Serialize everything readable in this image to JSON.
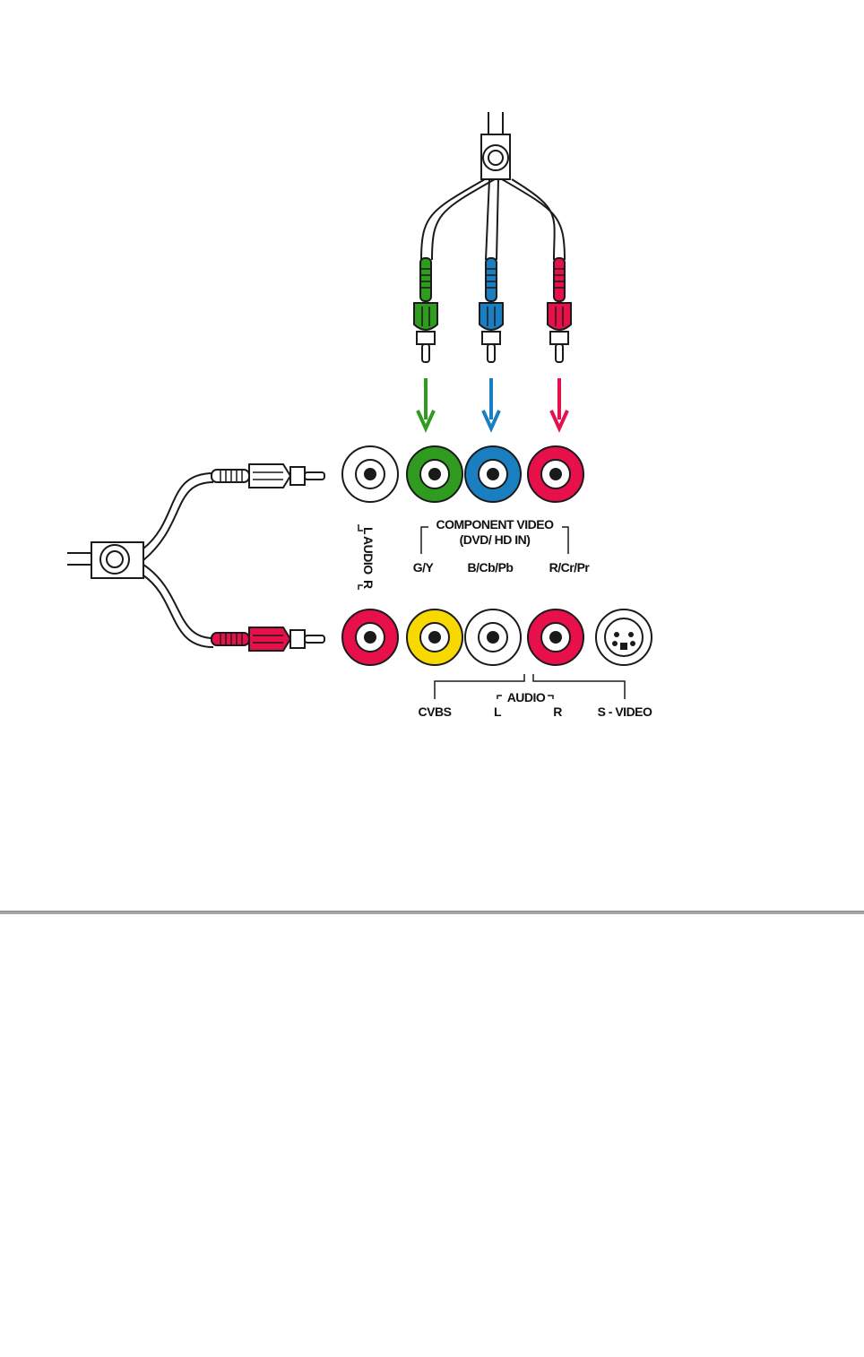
{
  "colors": {
    "white": "#ffffff",
    "green": "#2f9c1f",
    "blue": "#1a7fc0",
    "red": "#e8104a",
    "yellow": "#f7d800",
    "outline": "#1a1a1a",
    "divider": "#a6a6a6"
  },
  "labels": {
    "component_video": "COMPONENT VIDEO",
    "dvd_hd_in": "(DVD/ HD IN)",
    "g_y": "G/Y",
    "b_cb_pb": "B/Cb/Pb",
    "r_cr_pr": "R/Cr/Pr",
    "audio_top": "AUDIO",
    "audio_top_l": "L",
    "audio_top_r": "R",
    "cvbs": "CVBS",
    "audio_bottom": "AUDIO",
    "audio_bottom_l": "L",
    "audio_bottom_r": "R",
    "s_video": "S - VIDEO"
  },
  "jacks": {
    "top_row": [
      "white",
      "green",
      "blue",
      "red"
    ],
    "bottom_row": [
      "red",
      "yellow",
      "white",
      "red",
      "s-video"
    ]
  },
  "plugs": {
    "component": [
      "green",
      "blue",
      "red"
    ],
    "audio": [
      "white",
      "red"
    ]
  },
  "icons": [
    "cable-splitter-icon",
    "rca-plug-icon",
    "rca-jack-icon",
    "s-video-jack-icon",
    "arrow-down-icon"
  ]
}
